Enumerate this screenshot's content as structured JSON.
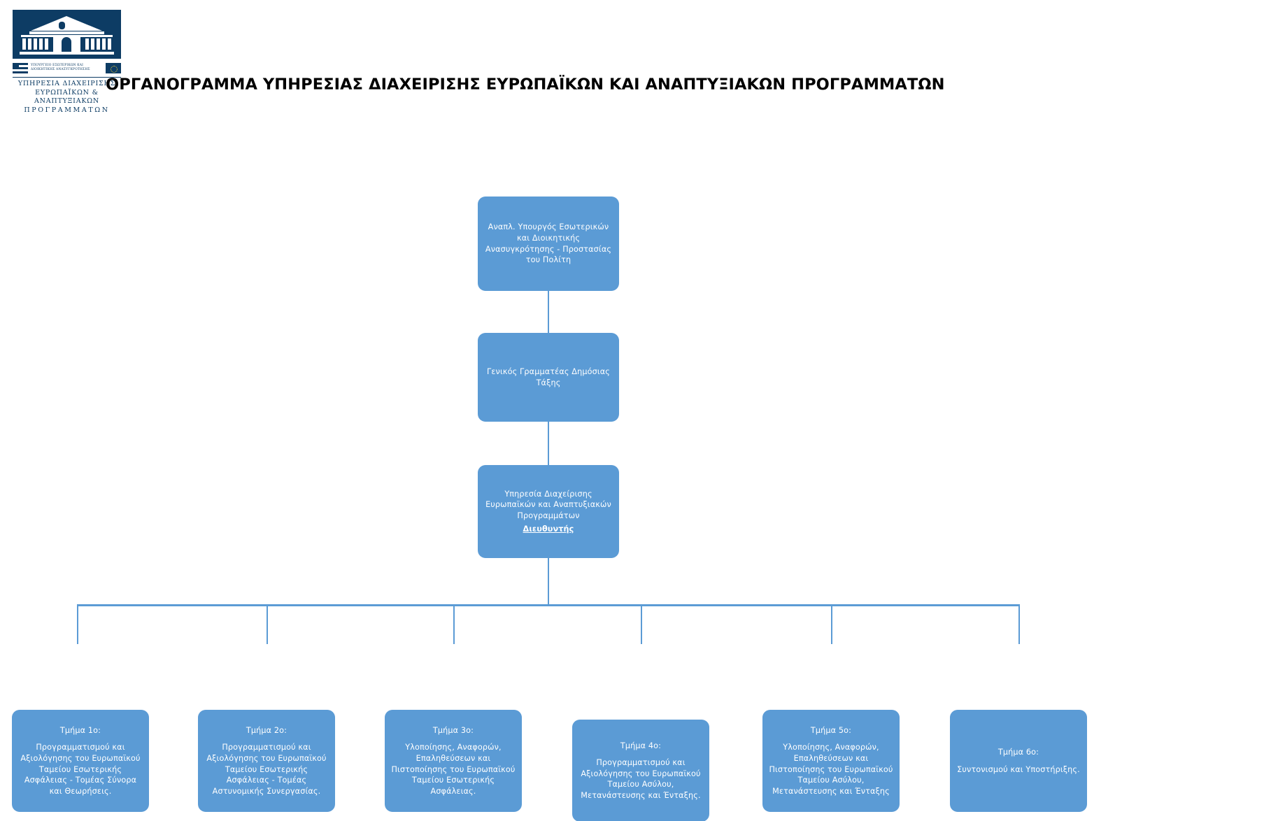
{
  "header": {
    "logo": {
      "name": "ministry-logo",
      "building_icon": "classical-building-icon",
      "flag_gr_icon": "greek-flag-icon",
      "flag_eu_icon": "european-union-flag-icon",
      "ministry_line1": "ΥΠΟΥΡΓΕΙΟ ΕΣΩΤΕΡΙΚΩΝ ΚΑΙ",
      "ministry_line2": "ΔΙΟΙΚΗΤΙΚΗΣ ΑΝΑΣΥΓΚΡΟΤΗΣΗΣ",
      "agency_line1": "ΥΠΗΡΕΣΙΑ ΔΙΑΧΕΙΡΙΣΗΣ",
      "agency_line2": "ΕΥΡΩΠΑΪΚΩΝ & ΑΝΑΠΤΥΞΙΑΚΩΝ",
      "agency_line3": "ΠΡΟΓΡΑΜΜΑΤΩΝ"
    },
    "title": "ΟΡΓΑΝΟΓΡΑΜΜΑ ΥΠΗΡΕΣΙΑΣ ΔΙΑΧΕΙΡΙΣΗΣ ΕΥΡΩΠΑΪΚΩΝ ΚΑΙ ΑΝΑΠΤΥΞΙΑΚΩΝ ΠΡΟΓΡΑΜΜΑΤΩΝ"
  },
  "colors": {
    "node_fill": "#5B9BD5",
    "node_text": "#FFFFFF",
    "connector": "#5B9BD5",
    "logo_navy": "#0D3C64",
    "page_background": "#FFFFFF",
    "title_text": "#000000"
  },
  "chart": {
    "type": "org-chart",
    "hierarchy": [
      {
        "level": 1,
        "id": "deputy-minister",
        "text": "Αναπλ. Υπουργός Εσωτερικών και Διοικητικής Ανασυγκρότησης - Προστασίας του Πολίτη"
      },
      {
        "level": 2,
        "id": "secretary-general",
        "text": "Γενικός Γραμματέας Δημόσιας Τάξης"
      },
      {
        "level": 3,
        "id": "managing-authority",
        "text": "Υπηρεσία Διαχείρισης Ευρωπαϊκών και Αναπτυξιακών Προγραμμάτων",
        "role": "Διευθυντής"
      }
    ],
    "departments": [
      {
        "id": "department-1",
        "heading": "Τμήμα 1ο:",
        "body": "Προγραμματισμού και Αξιολόγησης του Ευρωπαϊκού Ταμείου Εσωτερικής Ασφάλειας - Τομέας Σύνορα και Θεωρήσεις."
      },
      {
        "id": "department-2",
        "heading": "Τμήμα 2ο:",
        "body": "Προγραμματισμού και Αξιολόγησης του Ευρωπαϊκού Ταμείου Εσωτερικής Ασφάλειας - Τομέας Αστυνομικής Συνεργασίας."
      },
      {
        "id": "department-3",
        "heading": "Τμήμα 3ο:",
        "body": "Υλοποίησης, Αναφορών, Επαληθεύσεων και Πιστοποίησης του Ευρωπαϊκού Ταμείου Εσωτερικής Ασφάλειας."
      },
      {
        "id": "department-4",
        "heading": "Τμήμα 4ο:",
        "body": "Προγραμματισμού και Αξιολόγησης του Ευρωπαϊκού Ταμείου Ασύλου, Μετανάστευσης και Ένταξης."
      },
      {
        "id": "department-5",
        "heading": "Τμήμα 5ο:",
        "body": "Υλοποίησης, Αναφορών, Επαληθεύσεων και Πιστοποίησης του Ευρωπαϊκού Ταμείου Ασύλου, Μετανάστευσης και Ένταξης"
      },
      {
        "id": "department-6",
        "heading": "Τμήμα 6ο:",
        "body": "Συντονισμού και Υποστήριξης."
      }
    ]
  }
}
